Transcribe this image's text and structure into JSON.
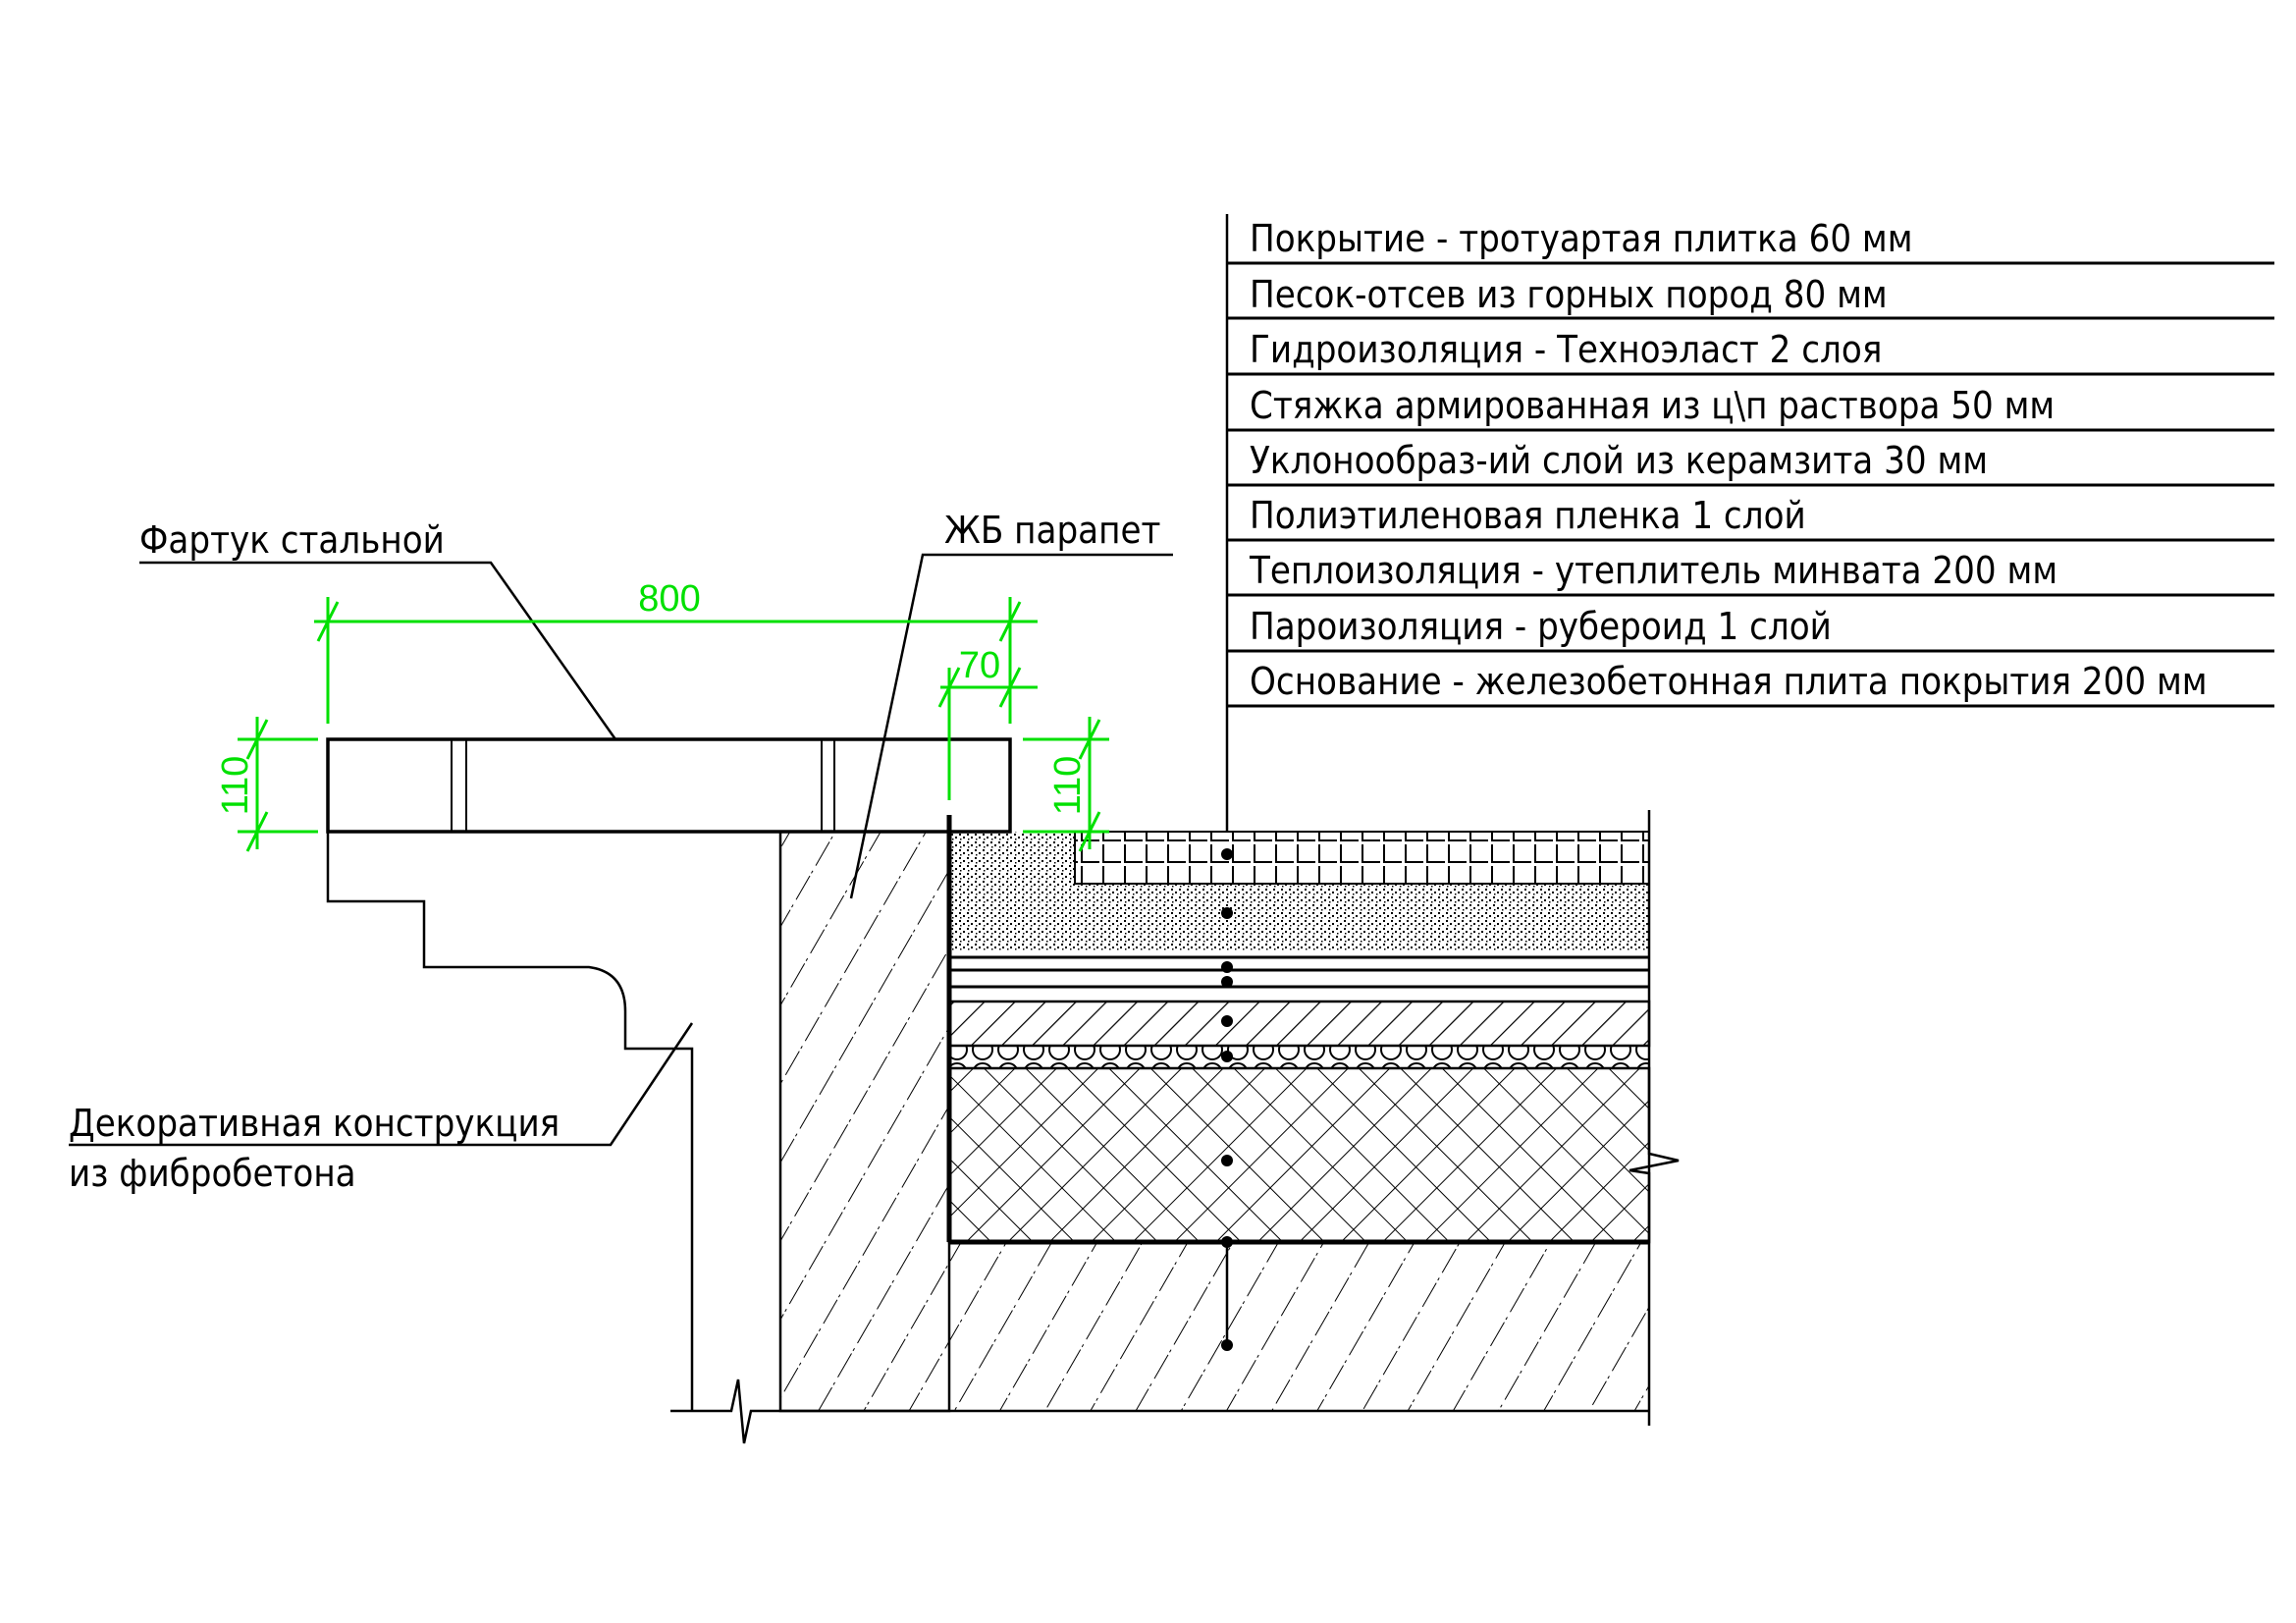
{
  "layers": [
    "Покрытие - тротуартая плитка 60 мм",
    "Песок-отсев из горных пород 80 мм",
    "Гидроизоляция - Техноэласт 2 слоя",
    "Стяжка армированная из ц\\п раствора 50 мм",
    "Уклонообраз-ий слой из керамзита 30 мм",
    "Полиэтиленовая пленка 1 слой",
    "Теплоизоляция - утеплитель минвата 200 мм",
    "Пароизоляция - рубероид 1 слой",
    "Основание - железобетонная плита покрытия 200 мм"
  ],
  "callouts": {
    "apron": "Фартук стальной",
    "parapet": "ЖБ парапет",
    "decor_line1": "Декоративная конструкция",
    "decor_line2": "из фибробетона"
  },
  "dimensions": {
    "width": "800",
    "overhang": "70",
    "height_left": "110",
    "height_right": "110"
  },
  "colors": {
    "dimension": "#00e000",
    "line": "#000000"
  }
}
